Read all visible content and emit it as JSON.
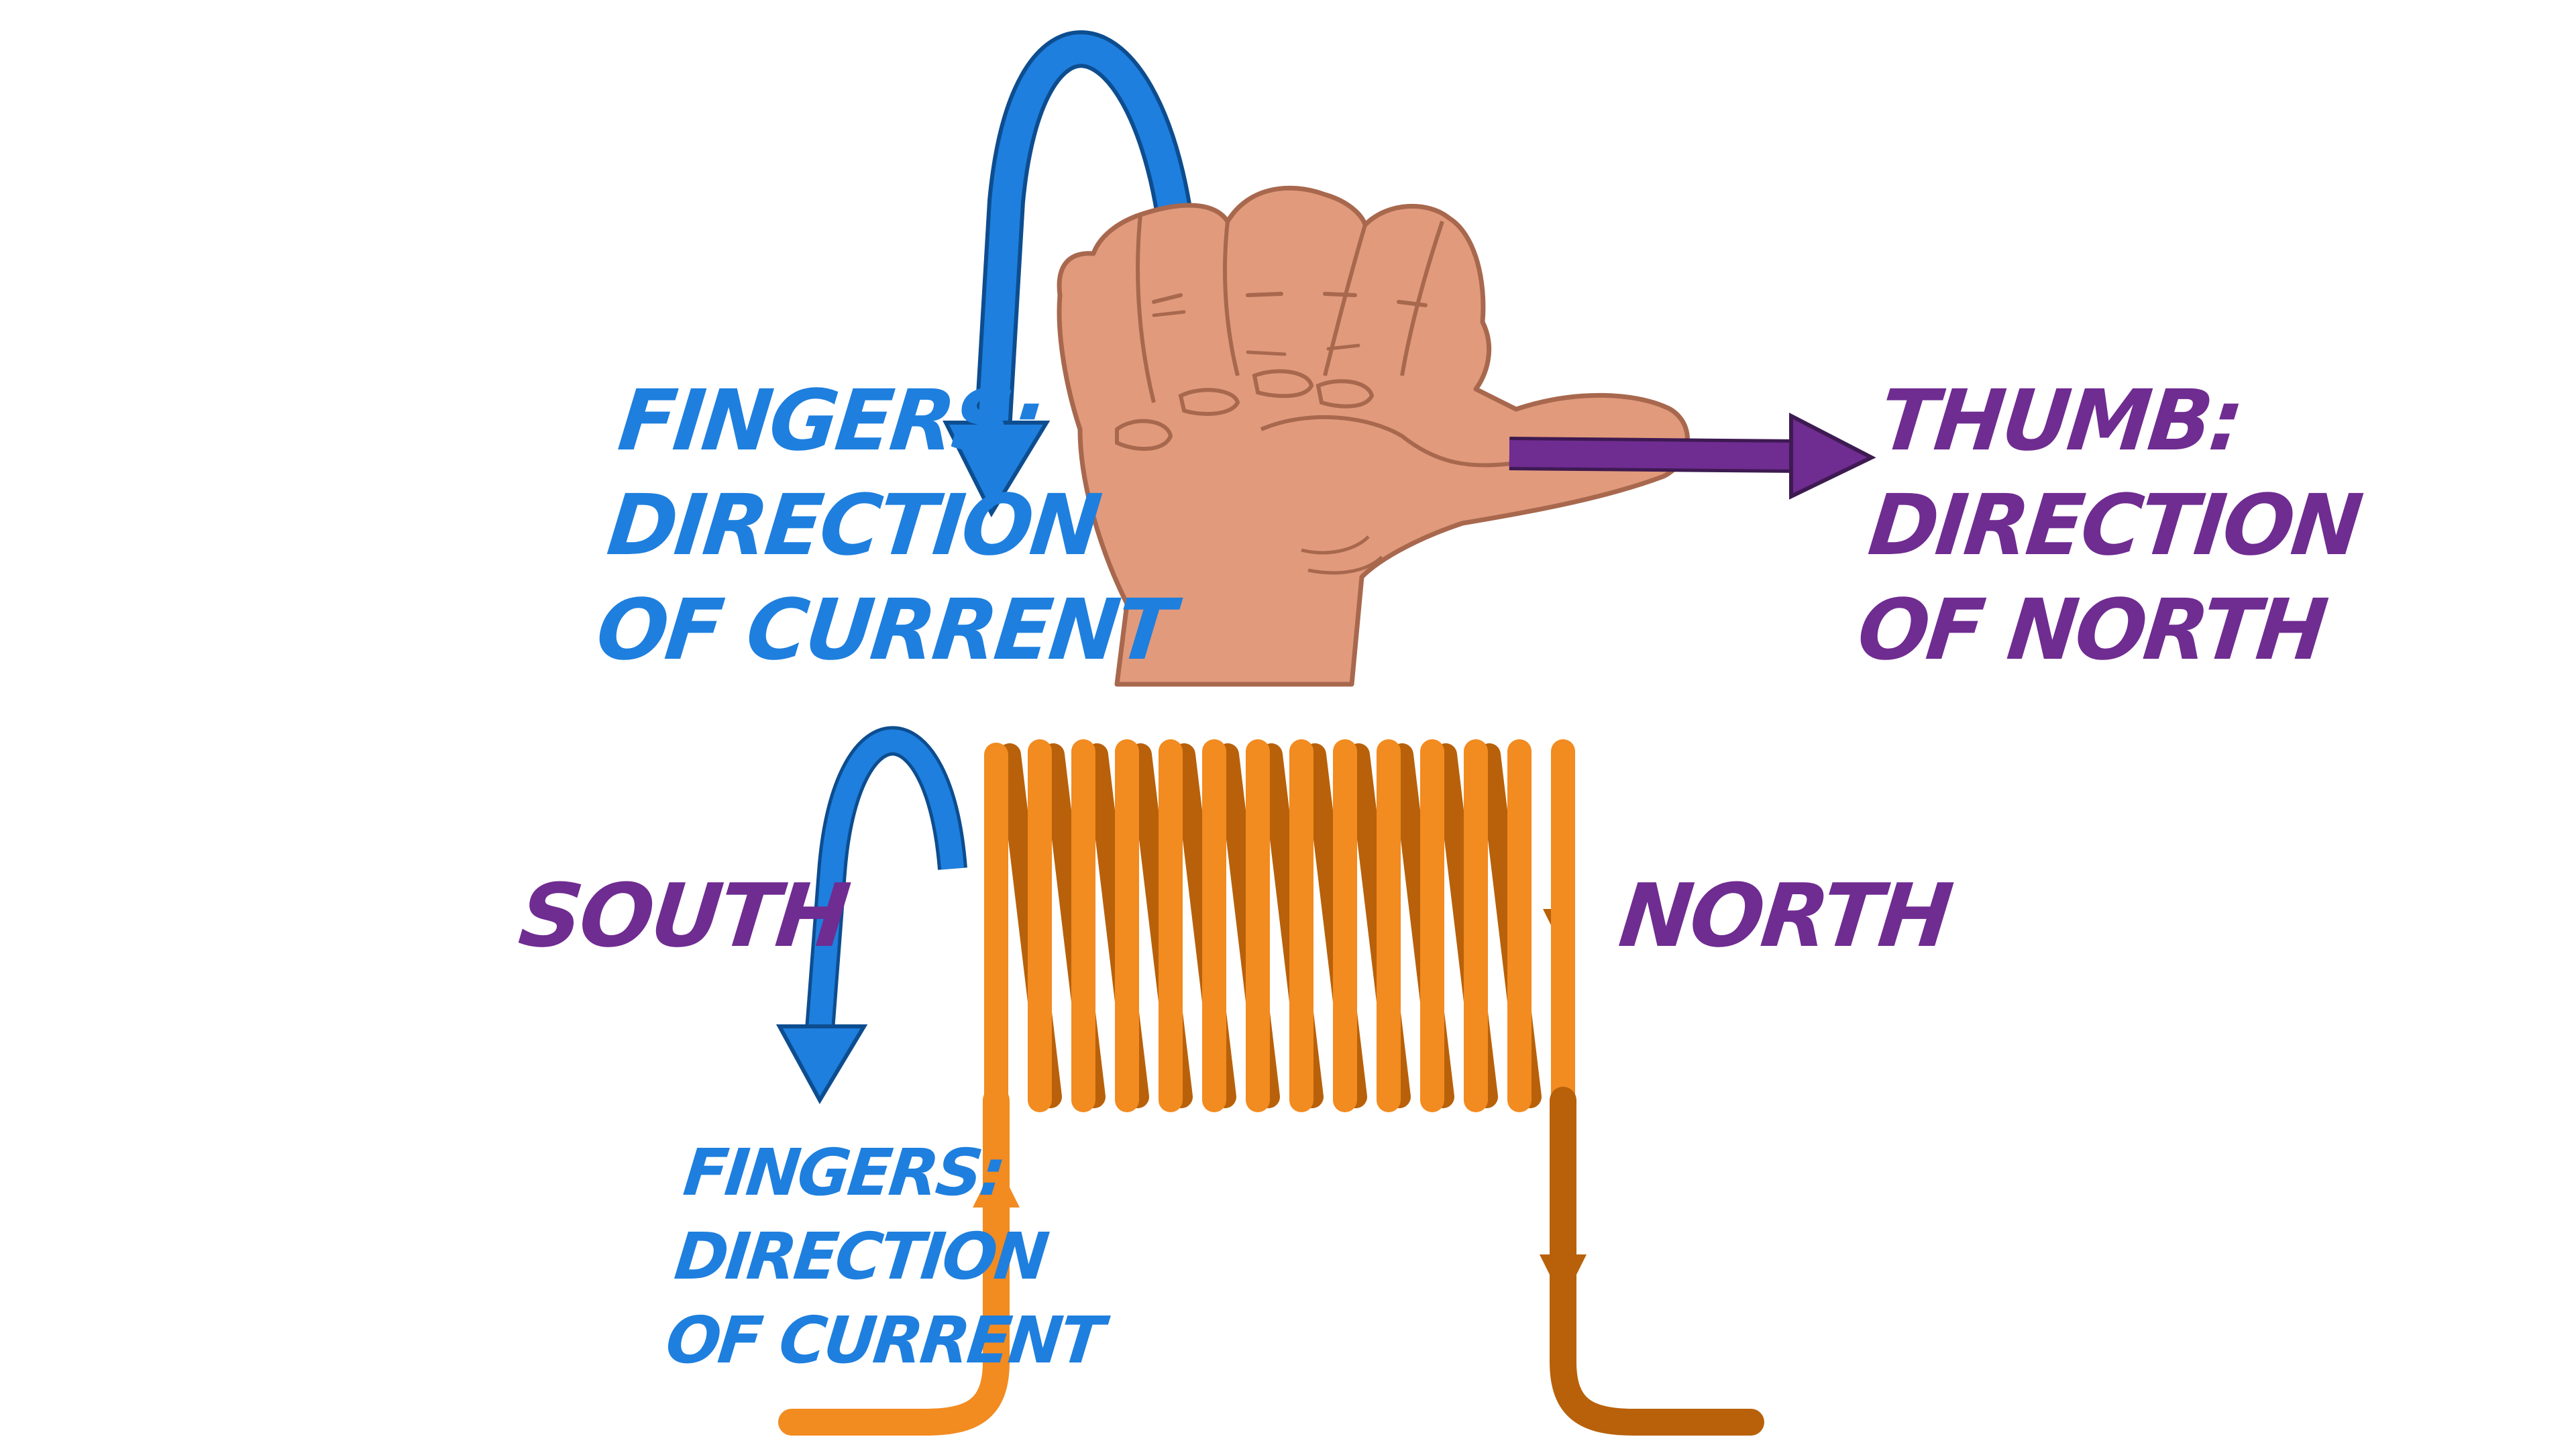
{
  "colors": {
    "blue": "#1e7fde",
    "purple": "#6f2c91",
    "coil_front": "#f28b20",
    "coil_back": "#b8610a",
    "skin": "#e19a7c",
    "skin_outline": "#a8684e"
  },
  "icons": {
    "hand": "right-hand-fist-thumb-icon",
    "curl_arrow": "curved-arrow-icon",
    "thumb_arrow": "right-arrow-icon",
    "coil": "solenoid-coil-icon"
  },
  "labels": {
    "fingers_top": [
      "FINGERS:",
      "DIRECTION",
      "OF CURRENT"
    ],
    "thumb": [
      "THUMB:",
      "DIRECTION",
      "OF NORTH"
    ],
    "south": "SOUTH",
    "north": "NORTH",
    "fingers_bottom": [
      "FINGERS:",
      "DIRECTION",
      "OF CURRENT"
    ]
  }
}
